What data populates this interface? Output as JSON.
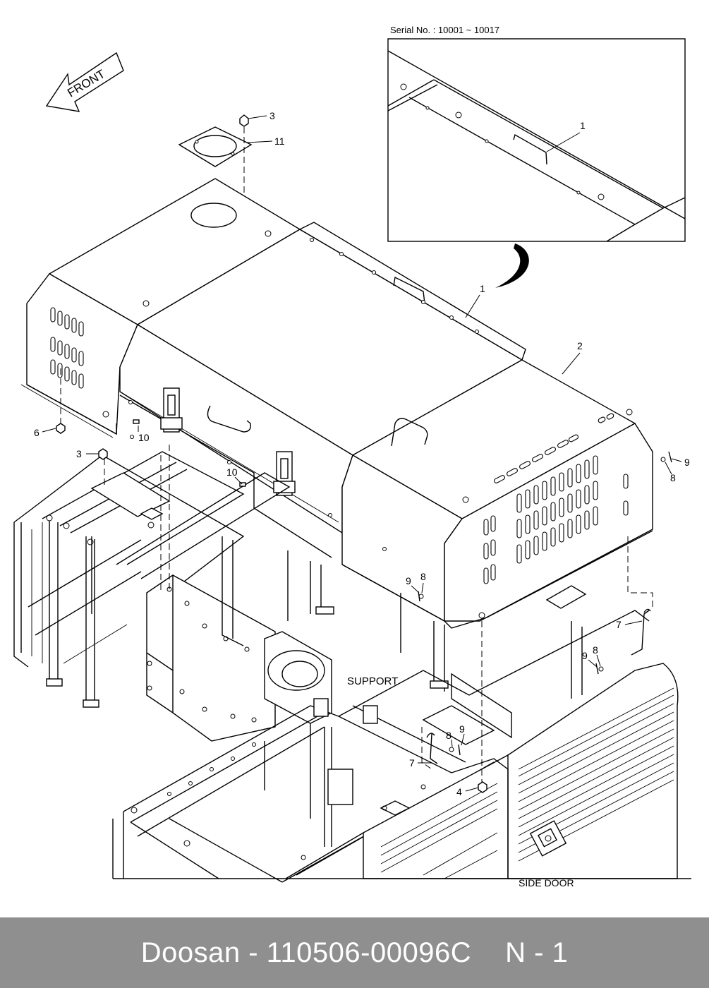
{
  "diagram": {
    "serial_label": "Serial No. : 10001 ~ 10017",
    "front_label": "FRONT",
    "support_label": "SUPPORT",
    "side_door_label": "SIDE DOOR",
    "callouts": {
      "c1_detail": "1",
      "c1_main": "1",
      "c2": "2",
      "c3_top": "3",
      "c3_left": "3",
      "c4": "4",
      "c6": "6",
      "c7_right": "7",
      "c7_bottom": "7",
      "c8_right": "8",
      "c8_mid": "8",
      "c8_lower": "8",
      "c8_bottom": "8",
      "c9_right": "9",
      "c9_mid": "9",
      "c9_lower": "9",
      "c9_bottom": "9",
      "c10_a": "10",
      "c10_b": "10",
      "c11": "11"
    }
  },
  "footer": {
    "brand": "Doosan",
    "separator": "-",
    "part_number": "110506-00096C",
    "page_ref": "N - 1"
  }
}
